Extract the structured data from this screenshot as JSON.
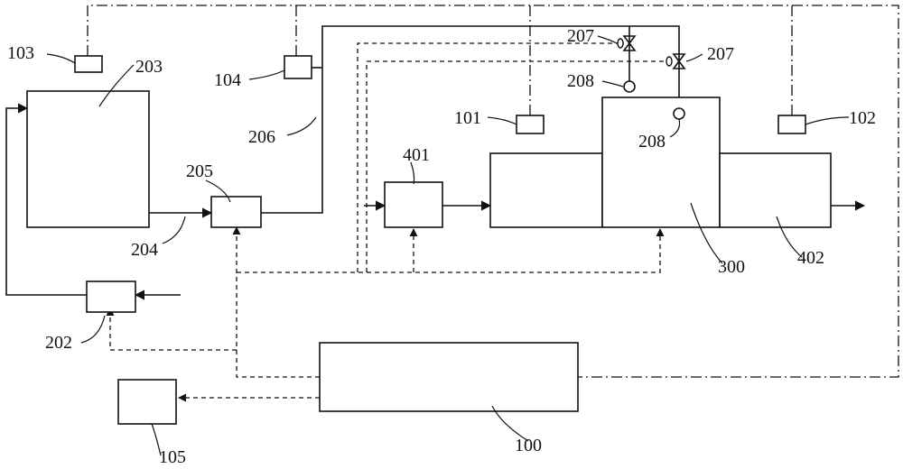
{
  "labels": {
    "n100": "100",
    "n101": "101",
    "n102": "102",
    "n103": "103",
    "n104": "104",
    "n105": "105",
    "n202": "202",
    "n203": "203",
    "n204": "204",
    "n205": "205",
    "n206": "206",
    "n207a": "207",
    "n207b": "207",
    "n208a": "208",
    "n208b": "208",
    "n300": "300",
    "n401": "401",
    "n402": "402"
  }
}
